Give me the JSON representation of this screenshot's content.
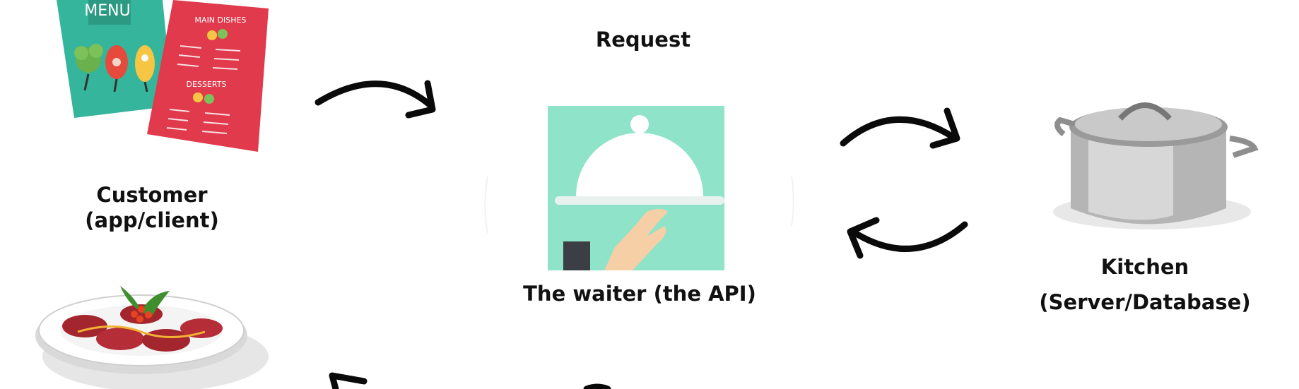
{
  "diagram": {
    "labels": {
      "request": "Request",
      "customer_line1": "Customer",
      "customer_line2": "(app/client)",
      "waiter": "The waiter (the API)",
      "kitchen_line1": "Kitchen",
      "kitchen_line2": "(Server/Database)"
    },
    "menu_card": {
      "title": "MENU",
      "color": "#35b59b"
    },
    "menu_page": {
      "section1": "MAIN DISHES",
      "section2": "DESSERTS",
      "color": "#e03a4c"
    },
    "colors": {
      "waiter_bg": "#8fe3c8",
      "arrow": "#0a0a0a",
      "text": "#111111"
    }
  }
}
